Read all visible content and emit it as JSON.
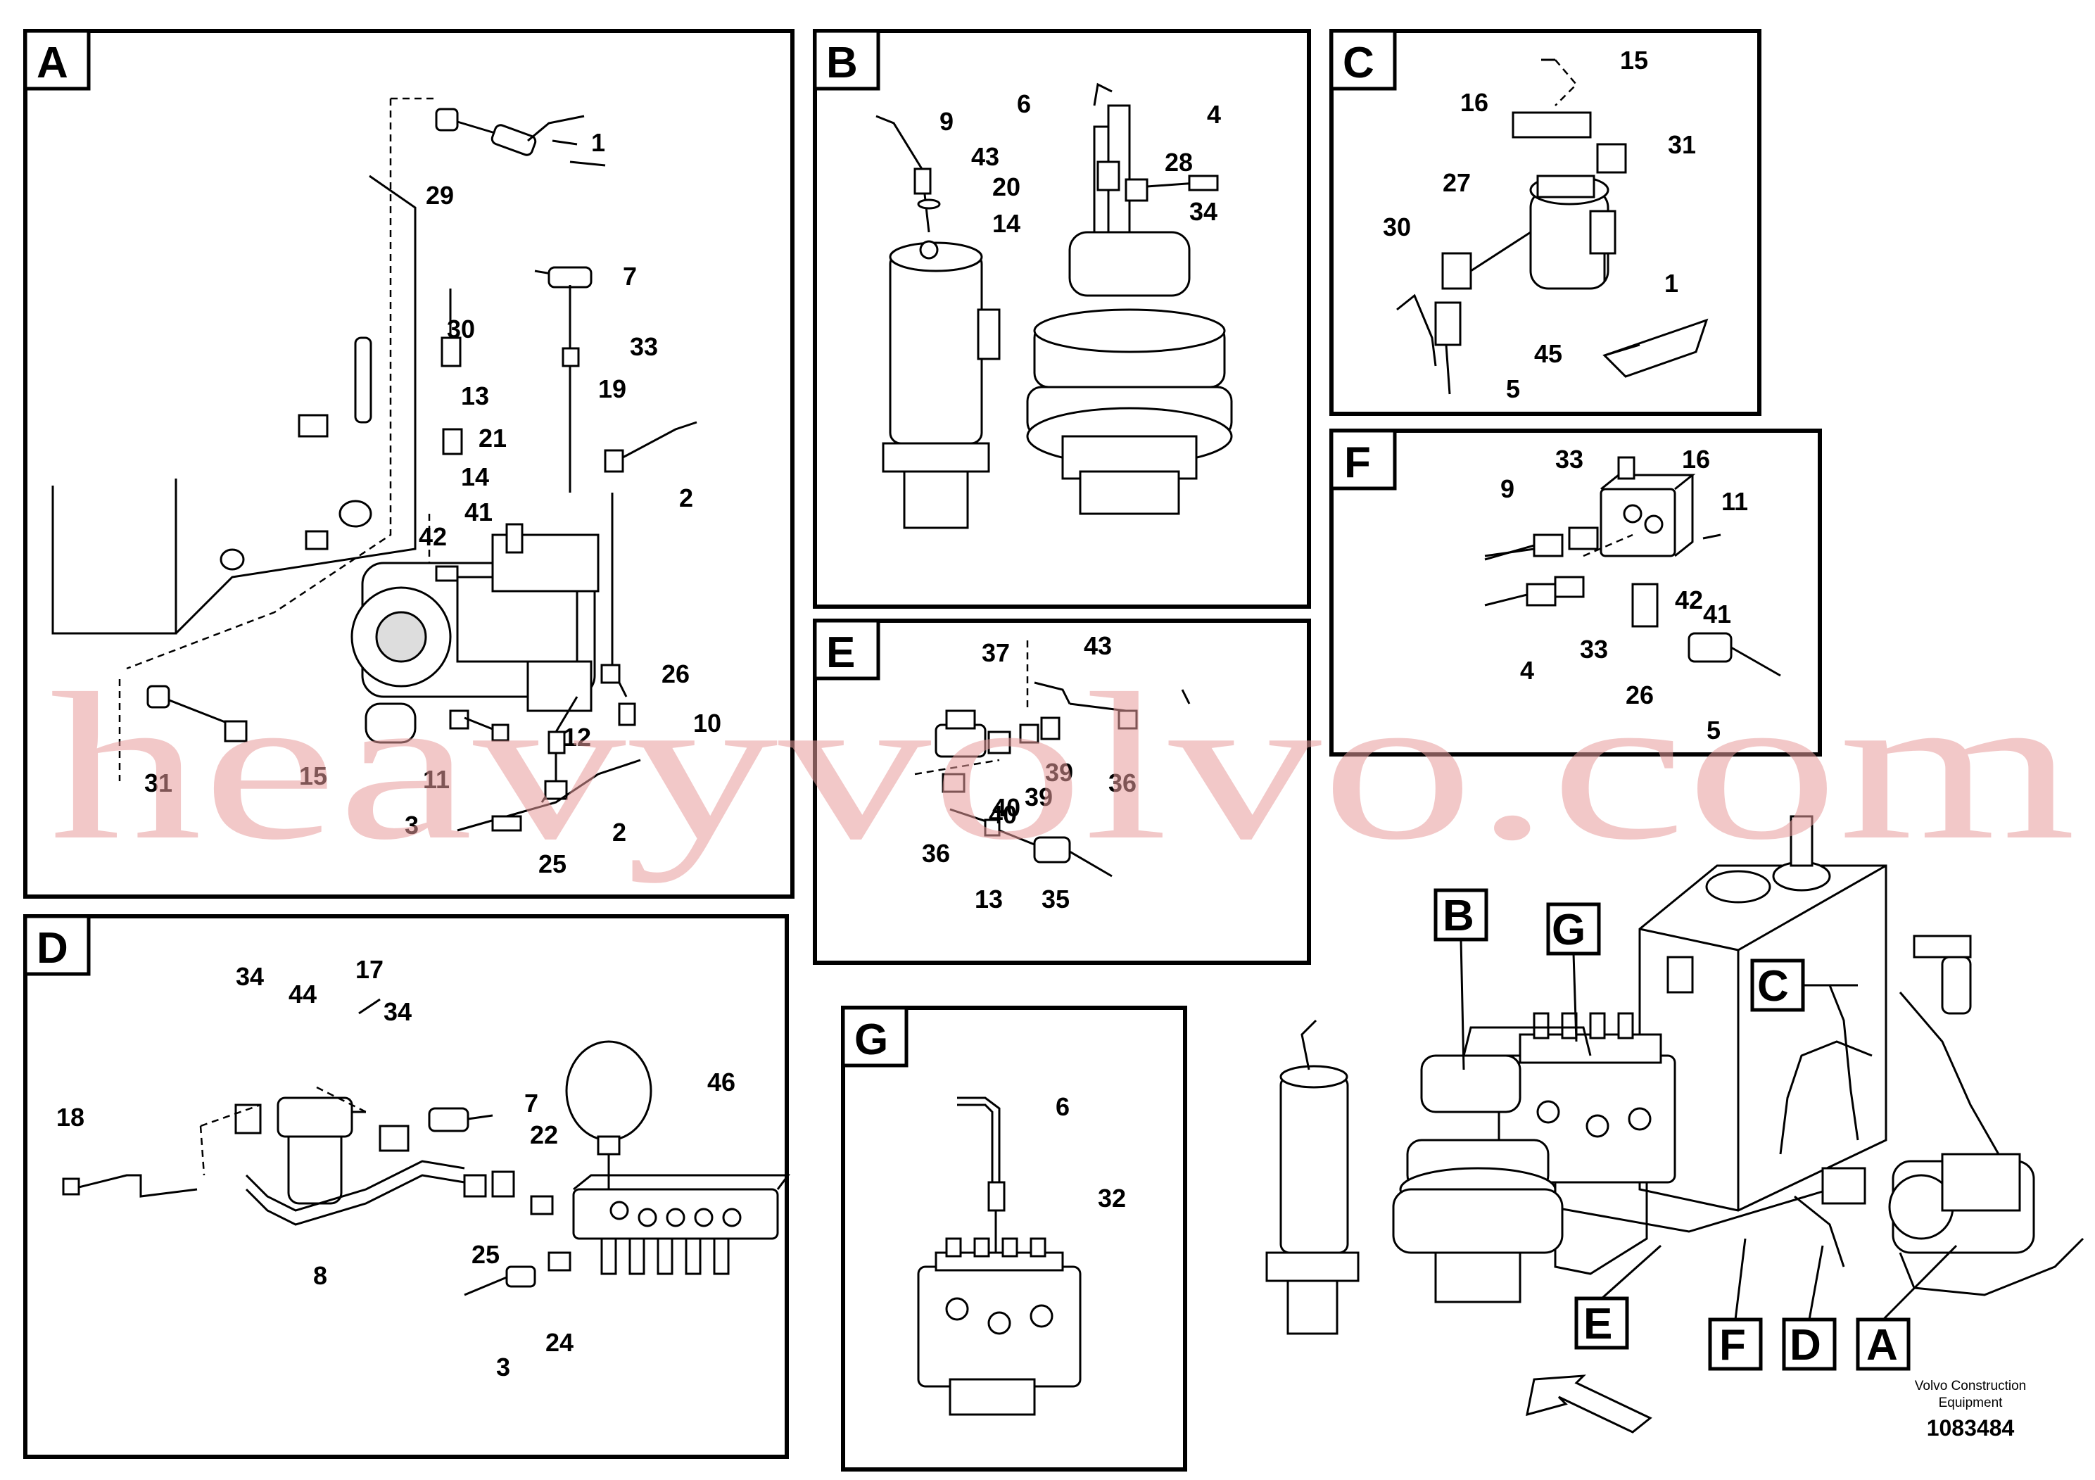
{
  "panels": {
    "A": {
      "letter": "A",
      "labels": [
        "1",
        "29",
        "7",
        "30",
        "33",
        "13",
        "19",
        "21",
        "2",
        "14",
        "41",
        "42",
        "26",
        "10",
        "12",
        "2",
        "3",
        "25",
        "31",
        "15",
        "11"
      ]
    },
    "B": {
      "letter": "B",
      "labels": [
        "9",
        "43",
        "20",
        "14",
        "6",
        "4",
        "28",
        "34"
      ]
    },
    "C": {
      "letter": "C",
      "labels": [
        "15",
        "16",
        "31",
        "27",
        "30",
        "1",
        "45",
        "5"
      ]
    },
    "D": {
      "letter": "D",
      "labels": [
        "34",
        "44",
        "17",
        "34",
        "7",
        "46",
        "18",
        "22",
        "25",
        "8",
        "3",
        "24"
      ]
    },
    "E": {
      "letter": "E",
      "labels": [
        "37",
        "43",
        "39",
        "36",
        "40",
        "39",
        "40",
        "36",
        "13",
        "35"
      ]
    },
    "F": {
      "letter": "F",
      "labels": [
        "16",
        "33",
        "9",
        "11",
        "42",
        "41",
        "33",
        "4",
        "26",
        "5"
      ]
    },
    "G": {
      "letter": "G",
      "labels": [
        "6",
        "32"
      ]
    },
    "overview": {
      "labels": [
        "B",
        "G",
        "C",
        "E",
        "F",
        "D",
        "A"
      ]
    }
  },
  "footer": {
    "company_line1": "Volvo Construction",
    "company_line2": "Equipment",
    "drawing_number": "1083484"
  },
  "watermark": "heavyvolvo.com"
}
